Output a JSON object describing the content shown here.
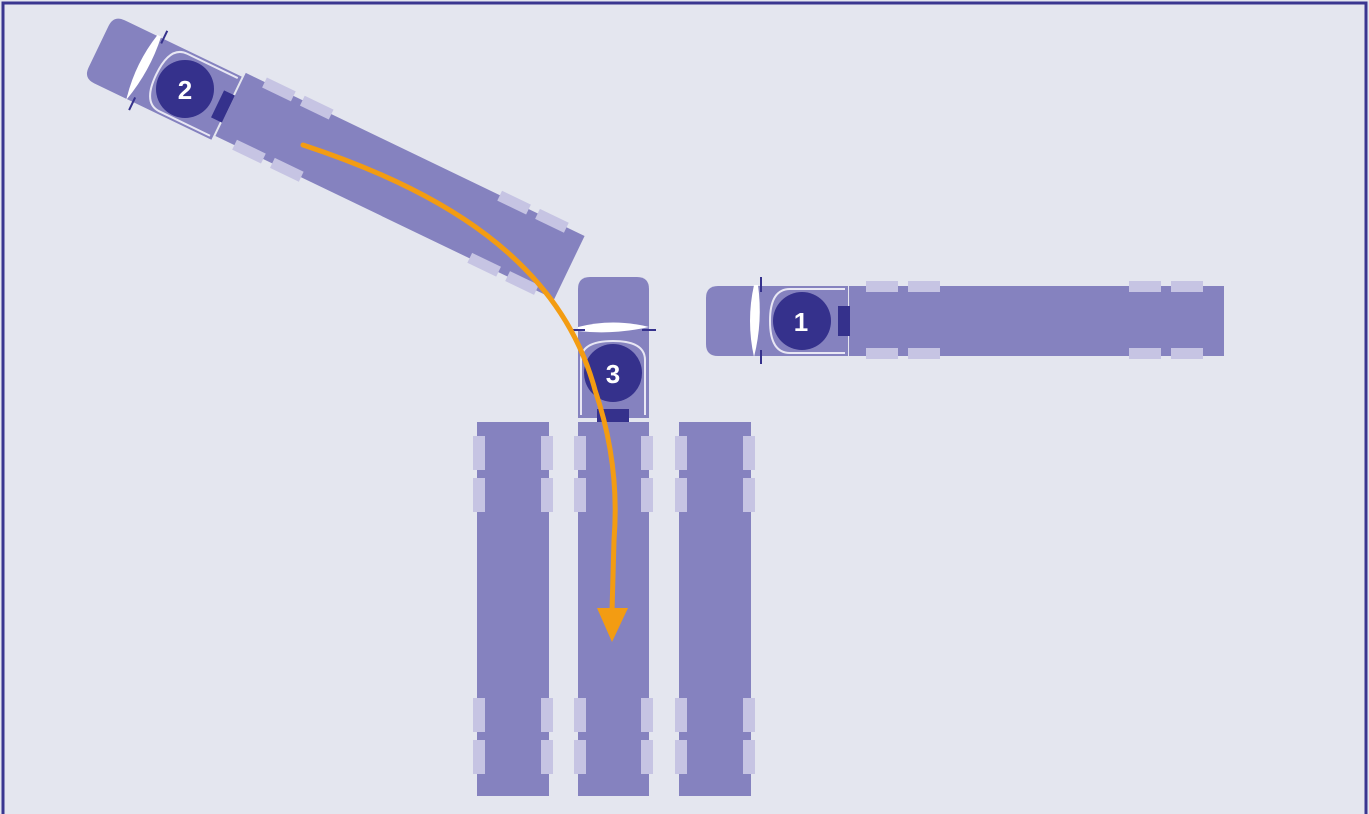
{
  "colors": {
    "background": "#e4e6ef",
    "frame": "#3a3690",
    "vehicle": "#8582bf",
    "vehicle_marking": "#c6c4e3",
    "badge": "#35318c",
    "windshield": "#ffffff",
    "hitch": "#35318c",
    "path": "#f39c12"
  },
  "icons": {
    "path_arrow": "arrow-down-icon"
  },
  "vehicles": [
    {
      "label": "1",
      "orientation": "facing-left"
    },
    {
      "label": "2",
      "orientation": "facing-upper-left"
    },
    {
      "label": "3",
      "orientation": "facing-up"
    }
  ],
  "parked_trailers": [
    {
      "position": "left"
    },
    {
      "position": "center"
    },
    {
      "position": "right"
    }
  ]
}
